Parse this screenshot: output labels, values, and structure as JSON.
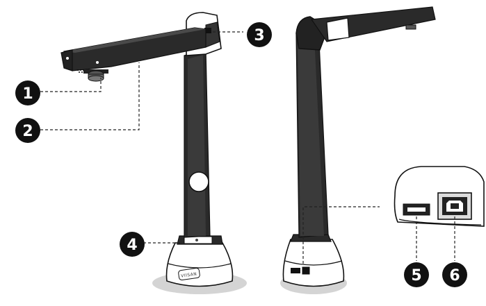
{
  "callouts": [
    {
      "id": 1,
      "label": "1"
    },
    {
      "id": 2,
      "label": "2"
    },
    {
      "id": 3,
      "label": "3"
    },
    {
      "id": 4,
      "label": "4"
    },
    {
      "id": 5,
      "label": "5"
    },
    {
      "id": 6,
      "label": "6"
    }
  ],
  "brand_logo_text": "VIISAN",
  "colors": {
    "callout_fill": "#111111",
    "body_dark": "#2a2a2a",
    "base_shadow": "#d4d4d4"
  }
}
